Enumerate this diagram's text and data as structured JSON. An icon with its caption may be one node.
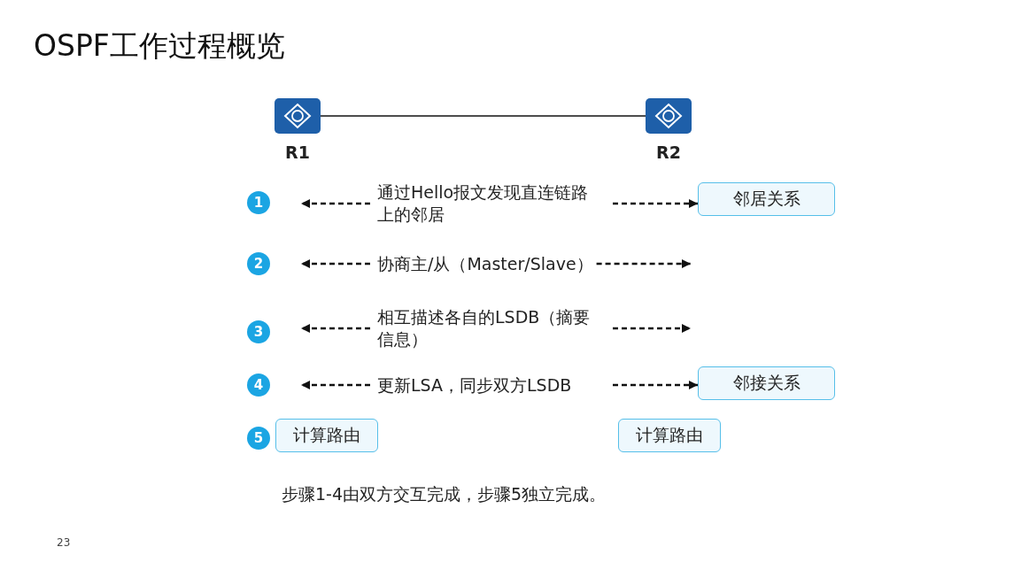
{
  "diagram": {
    "title": "OSPF工作过程概览",
    "nodes": [
      {
        "text": [
          "R1"
        ]
      },
      {
        "text": [
          "R2"
        ]
      },
      {
        "text": [
          "1"
        ]
      },
      {
        "text": [
          "通过Hello报文发现直连链路上的邻居"
        ]
      },
      {
        "text": [
          "邻居关系"
        ]
      },
      {
        "text": [
          "2"
        ]
      },
      {
        "text": [
          "协商主/从（Master/Slave）"
        ]
      },
      {
        "text": [
          "3"
        ]
      },
      {
        "text": [
          "相互描述各自的LSDB（摘要信息）"
        ]
      },
      {
        "text": [
          "4"
        ]
      },
      {
        "text": [
          "更新LSA，同步双方LSDB"
        ]
      },
      {
        "text": [
          "邻接关系"
        ]
      },
      {
        "text": [
          "5"
        ]
      },
      {
        "text": [
          "计算路由"
        ]
      },
      {
        "text": [
          "计算路由"
        ]
      }
    ],
    "edges": [
      {
        "from": 0,
        "to": 1,
        "arrow": "none"
      },
      {
        "from": 3,
        "to": null,
        "arrow": "to",
        "style": "dashed"
      },
      {
        "from": 3,
        "to": 4,
        "arrow": "to",
        "style": "dashed"
      },
      {
        "from": 6,
        "to": null,
        "arrow": "to",
        "style": "dashed"
      },
      {
        "from": 6,
        "to": null,
        "arrow": "to",
        "style": "dashed"
      },
      {
        "from": 8,
        "to": null,
        "arrow": "to",
        "style": "dashed"
      },
      {
        "from": 8,
        "to": null,
        "arrow": "to",
        "style": "dashed"
      },
      {
        "from": 10,
        "to": null,
        "arrow": "to",
        "style": "dashed"
      },
      {
        "from": 10,
        "to": 11,
        "arrow": "to",
        "style": "dashed"
      }
    ],
    "labels": [
      "步骤1-4由双方交互完成，步骤5独立完成。",
      "23"
    ]
  }
}
